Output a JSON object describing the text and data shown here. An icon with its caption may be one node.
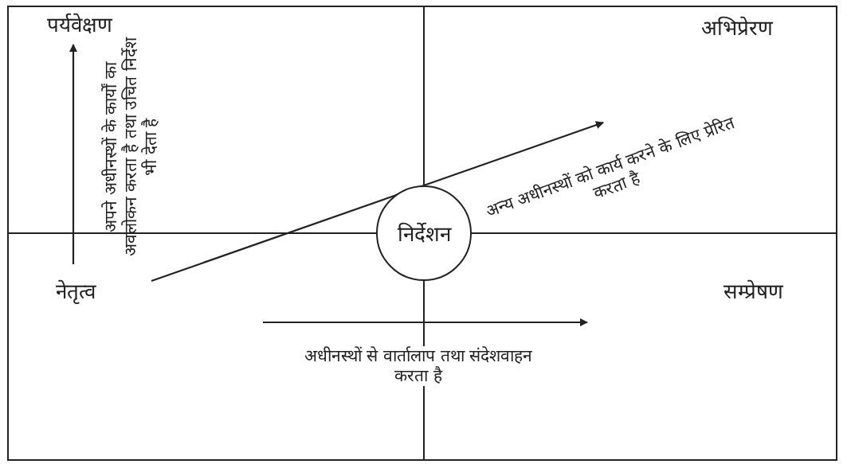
{
  "diagram": {
    "nodes": [
      {
        "text": [
          "निर्देशन"
        ]
      },
      {
        "text": [
          "पर्यवेक्षण"
        ]
      },
      {
        "text": [
          "अभिप्रेरण"
        ]
      },
      {
        "text": [
          "नेतृत्व"
        ]
      },
      {
        "text": [
          "सम्प्रेषण"
        ]
      }
    ],
    "labels": [
      "अपने अधीनस्थों के कार्यों का अवलोकन करता है तथा उचित निर्देश भी देता है",
      "अन्य अधीनस्थों को कार्य करने के लिए प्रेरित करता है",
      "अधीनस्थों से वार्तालाप तथा संदेशवाहन करता है"
    ]
  }
}
